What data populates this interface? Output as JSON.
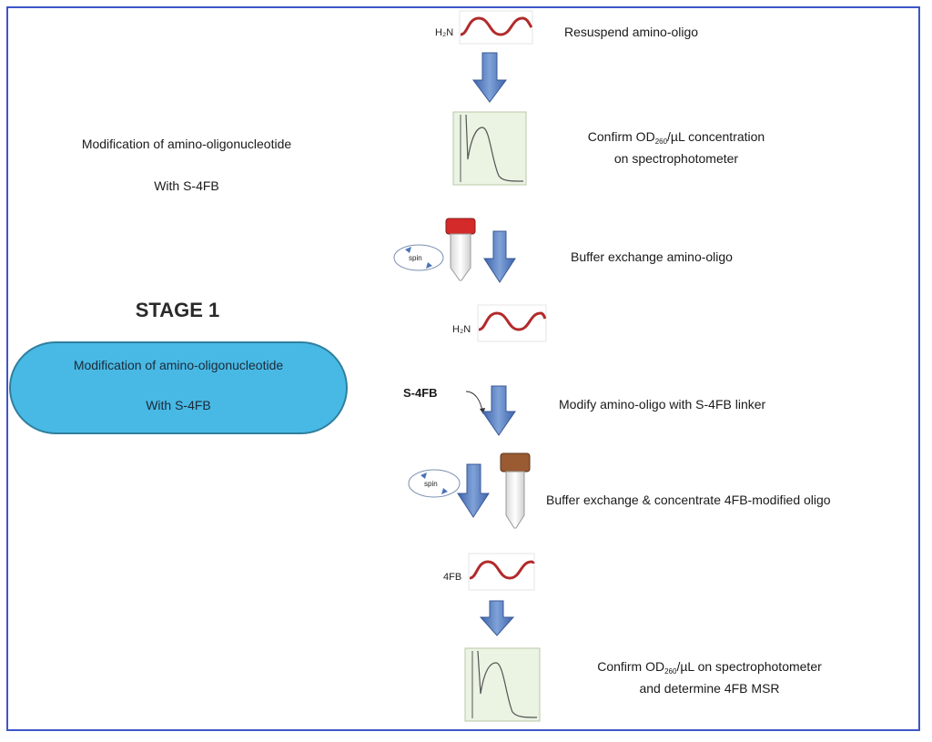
{
  "left": {
    "description_line1": "Modification of amino-oligonucleotide",
    "description_line2": "With S-4FB",
    "stage_title": "STAGE 1",
    "pill_line1": "Modification of amino-oligonucleotide",
    "pill_line2": "With S-4FB"
  },
  "steps": {
    "s1": "Resuspend amino-oligo",
    "s2_line1_pre": "Confirm OD",
    "s2_line1_sub": "260",
    "s2_line1_post": "/µL concentration",
    "s2_line2": "on spectrophotometer",
    "s3": "Buffer exchange  amino-oligo",
    "s4": "Modify amino-oligo with  S-4FB linker",
    "s5": "Buffer exchange &  concentrate 4FB-modified oligo",
    "s6_line1_pre": "Confirm OD",
    "s6_line1_sub": "260",
    "s6_line1_post": "/µL  on spectrophotometer",
    "s6_line2": "and determine 4FB MSR"
  },
  "labels": {
    "h2n_top": "H₂N",
    "h2n_mid": "H₂N",
    "s4fb_reagent": "S-4FB",
    "fourfb": "4FB",
    "spin1": "spin",
    "spin2": "spin"
  },
  "colors": {
    "frame": "#3d56c8",
    "pill_fill": "#48b9e5",
    "arrow": "#4a72b8",
    "wave": "#b22a2a",
    "cap_red": "#d42a2a",
    "cap_brown": "#9a5a32"
  }
}
